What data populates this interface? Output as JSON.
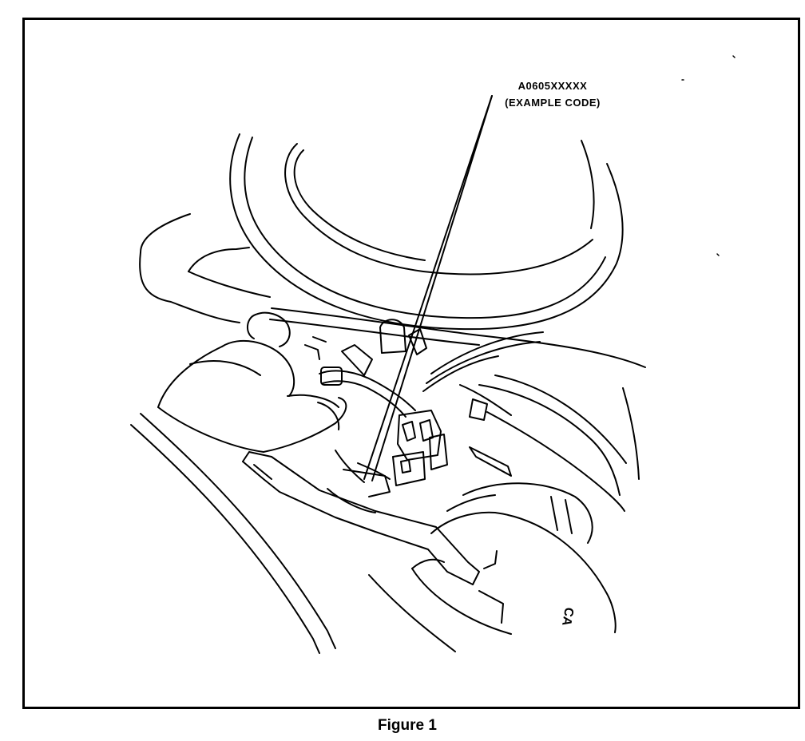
{
  "figure": {
    "callout_code": "A0605XXXXX",
    "callout_note": "(EXAMPLE CODE)",
    "caption": "Figure 1",
    "part_marking": "CA"
  },
  "colors": {
    "ink": "#000000",
    "paper": "#ffffff"
  }
}
